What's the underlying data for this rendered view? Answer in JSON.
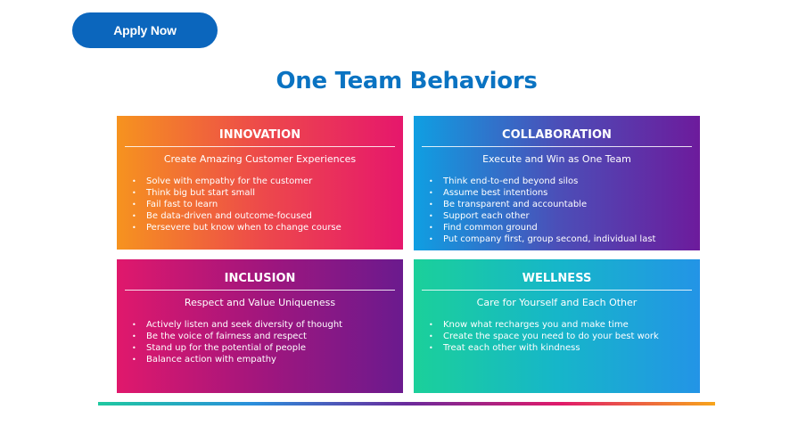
{
  "apply_button": {
    "label": "Apply Now"
  },
  "page_title": "One Team Behaviors",
  "cards": {
    "innovation": {
      "title": "INNOVATION",
      "subtitle": "Create Amazing Customer Experiences",
      "items": [
        "Solve with empathy for the customer",
        "Think big but start small",
        "Fail fast to learn",
        "Be data-driven and outcome-focused",
        "Persevere but know when to change course"
      ]
    },
    "collaboration": {
      "title": "COLLABORATION",
      "subtitle": "Execute and Win as One Team",
      "items": [
        "Think end-to-end beyond silos",
        "Assume best intentions",
        "Be transparent and accountable",
        "Support each other",
        "Find common ground",
        "Put company first, group second, individual last"
      ]
    },
    "inclusion": {
      "title": "INCLUSION",
      "subtitle": "Respect and Value Uniqueness",
      "items": [
        "Actively listen and seek diversity of thought",
        "Be the voice of fairness and respect",
        "Stand up for the potential of people",
        "Balance action with empathy"
      ]
    },
    "wellness": {
      "title": "WELLNESS",
      "subtitle": "Care for Yourself and Each Other",
      "items": [
        "Know what recharges you and make time",
        "Create the space you need to do your best work",
        "Treat each other with kindness"
      ]
    }
  },
  "bullet_glyph": "•",
  "colors": {
    "accent_blue": "#0b66bd",
    "title_blue": "#0a73c2"
  }
}
